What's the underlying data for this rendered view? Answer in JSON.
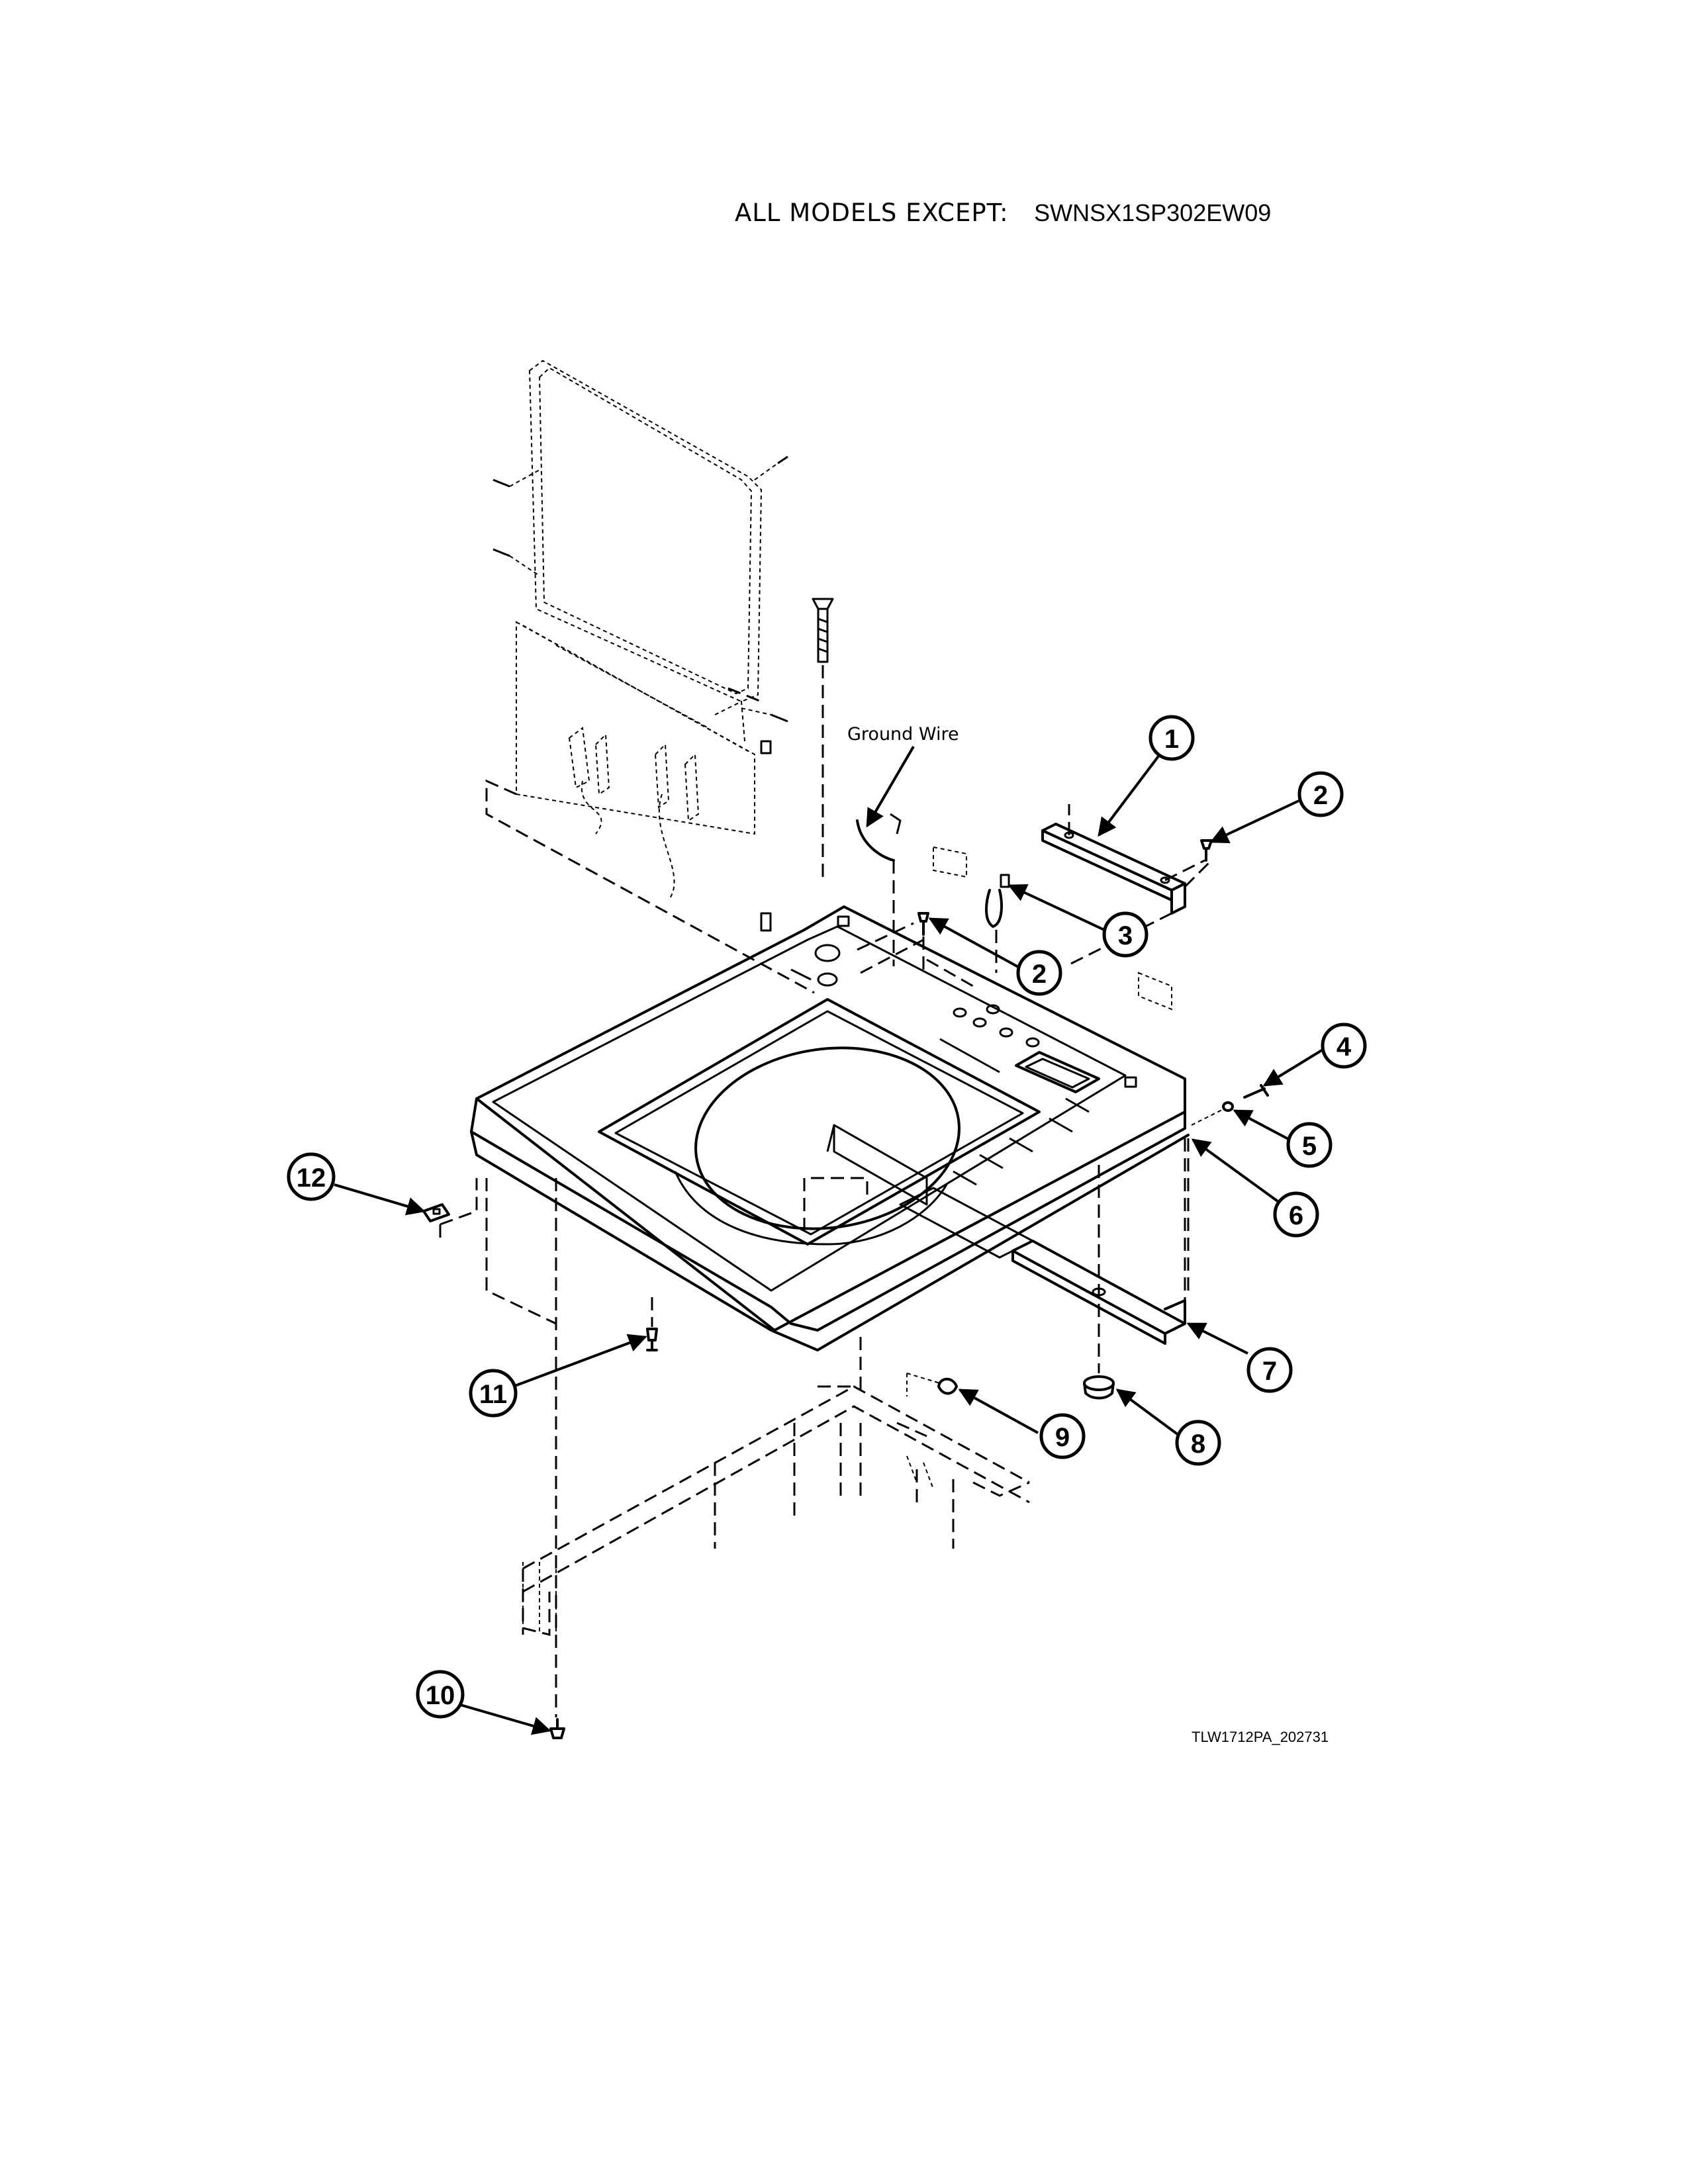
{
  "header": {
    "label": "ALL MODELS EXCEPT:",
    "model": "SWNSX1SP302EW09"
  },
  "diagram_id": "TLW1712PA_202731",
  "annotation": "Ground Wire",
  "callouts": [
    "1",
    "2",
    "3",
    "2",
    "4",
    "5",
    "6",
    "7",
    "8",
    "9",
    "10",
    "11",
    "12"
  ]
}
